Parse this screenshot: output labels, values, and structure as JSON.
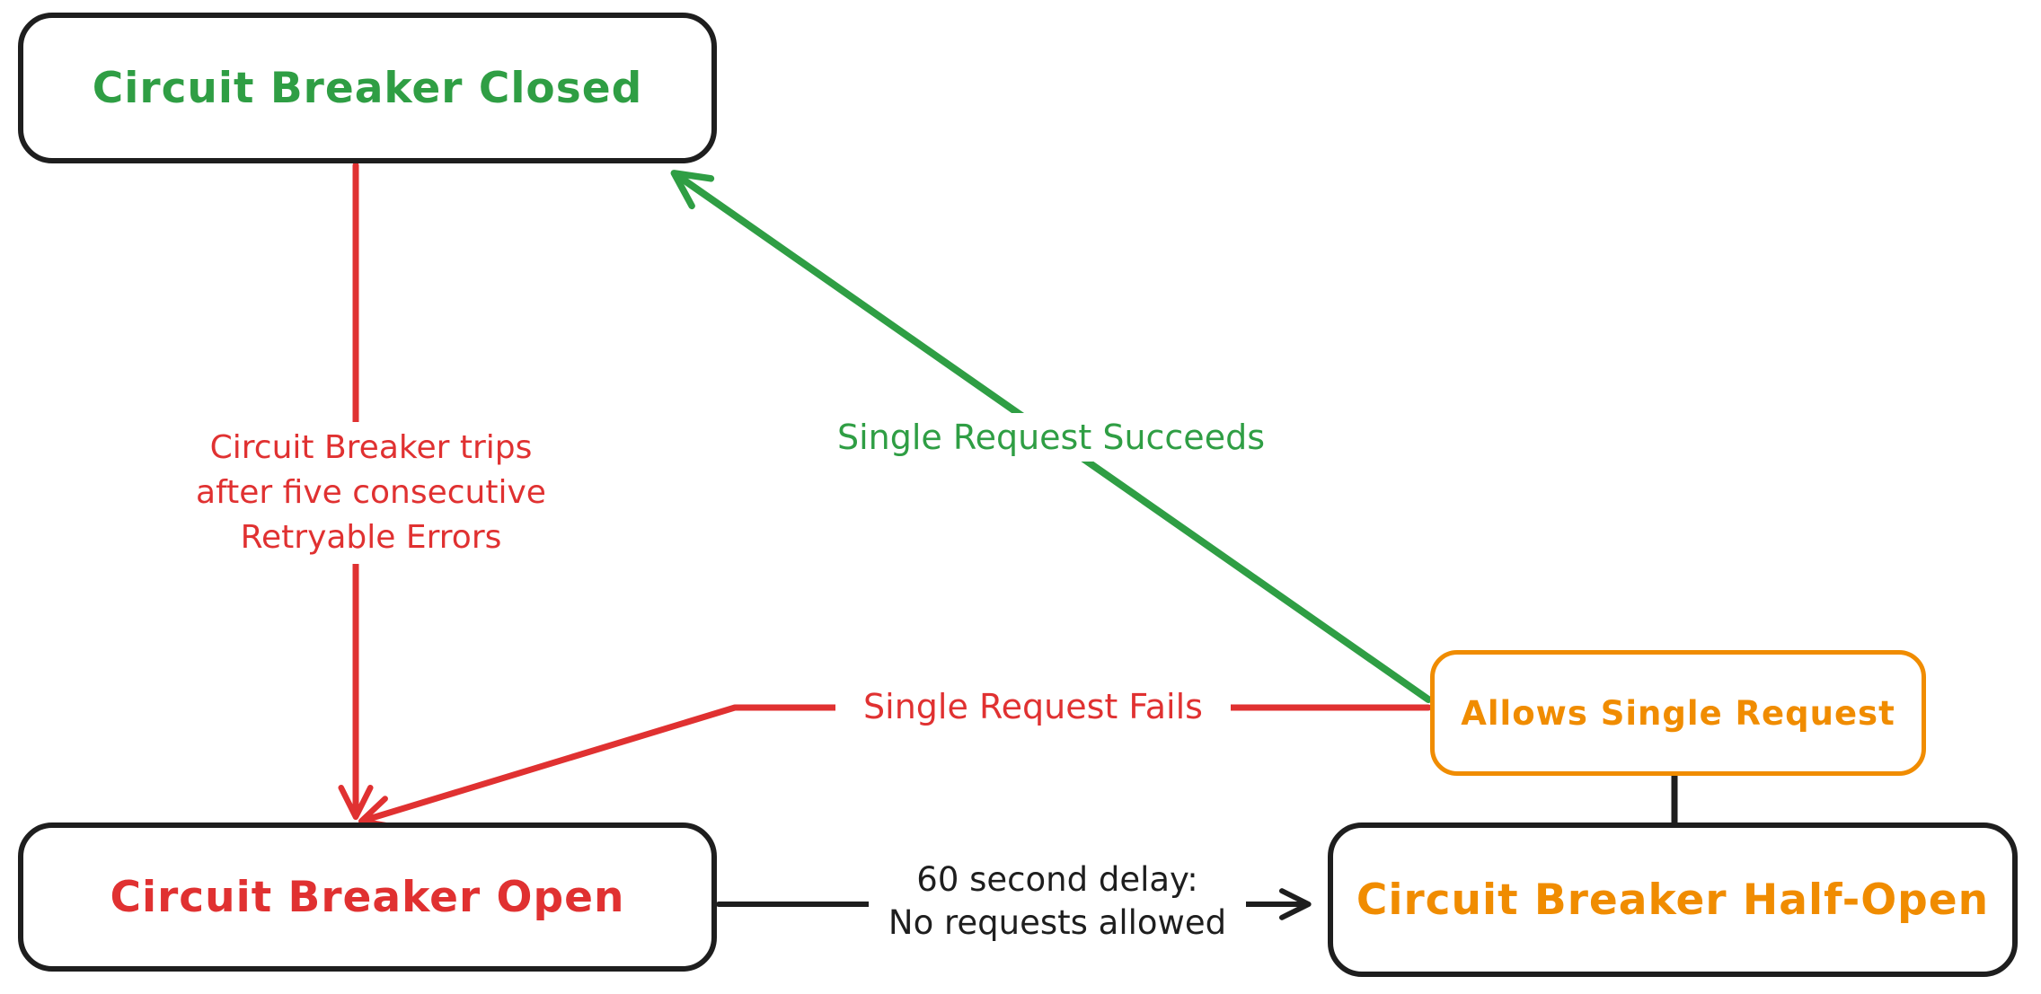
{
  "colors": {
    "green": "#2f9e44",
    "red": "#e03131",
    "orange": "#f08c00",
    "ink": "#1e1e1e",
    "background": "#ffffff"
  },
  "nodes": {
    "closed": {
      "label": "Circuit Breaker Closed"
    },
    "open": {
      "label": "Circuit Breaker Open"
    },
    "half_open": {
      "label": "Circuit Breaker Half-Open"
    },
    "allows_single_request": {
      "label": "Allows Single Request"
    }
  },
  "edges": {
    "trip": {
      "label_lines": [
        "Circuit Breaker trips",
        "after five consecutive",
        "Retryable Errors"
      ]
    },
    "succeeds": {
      "label": "Single Request Succeeds"
    },
    "fails": {
      "label": "Single Request Fails"
    },
    "delay": {
      "label_lines": [
        "60 second delay:",
        "No requests allowed"
      ]
    }
  }
}
